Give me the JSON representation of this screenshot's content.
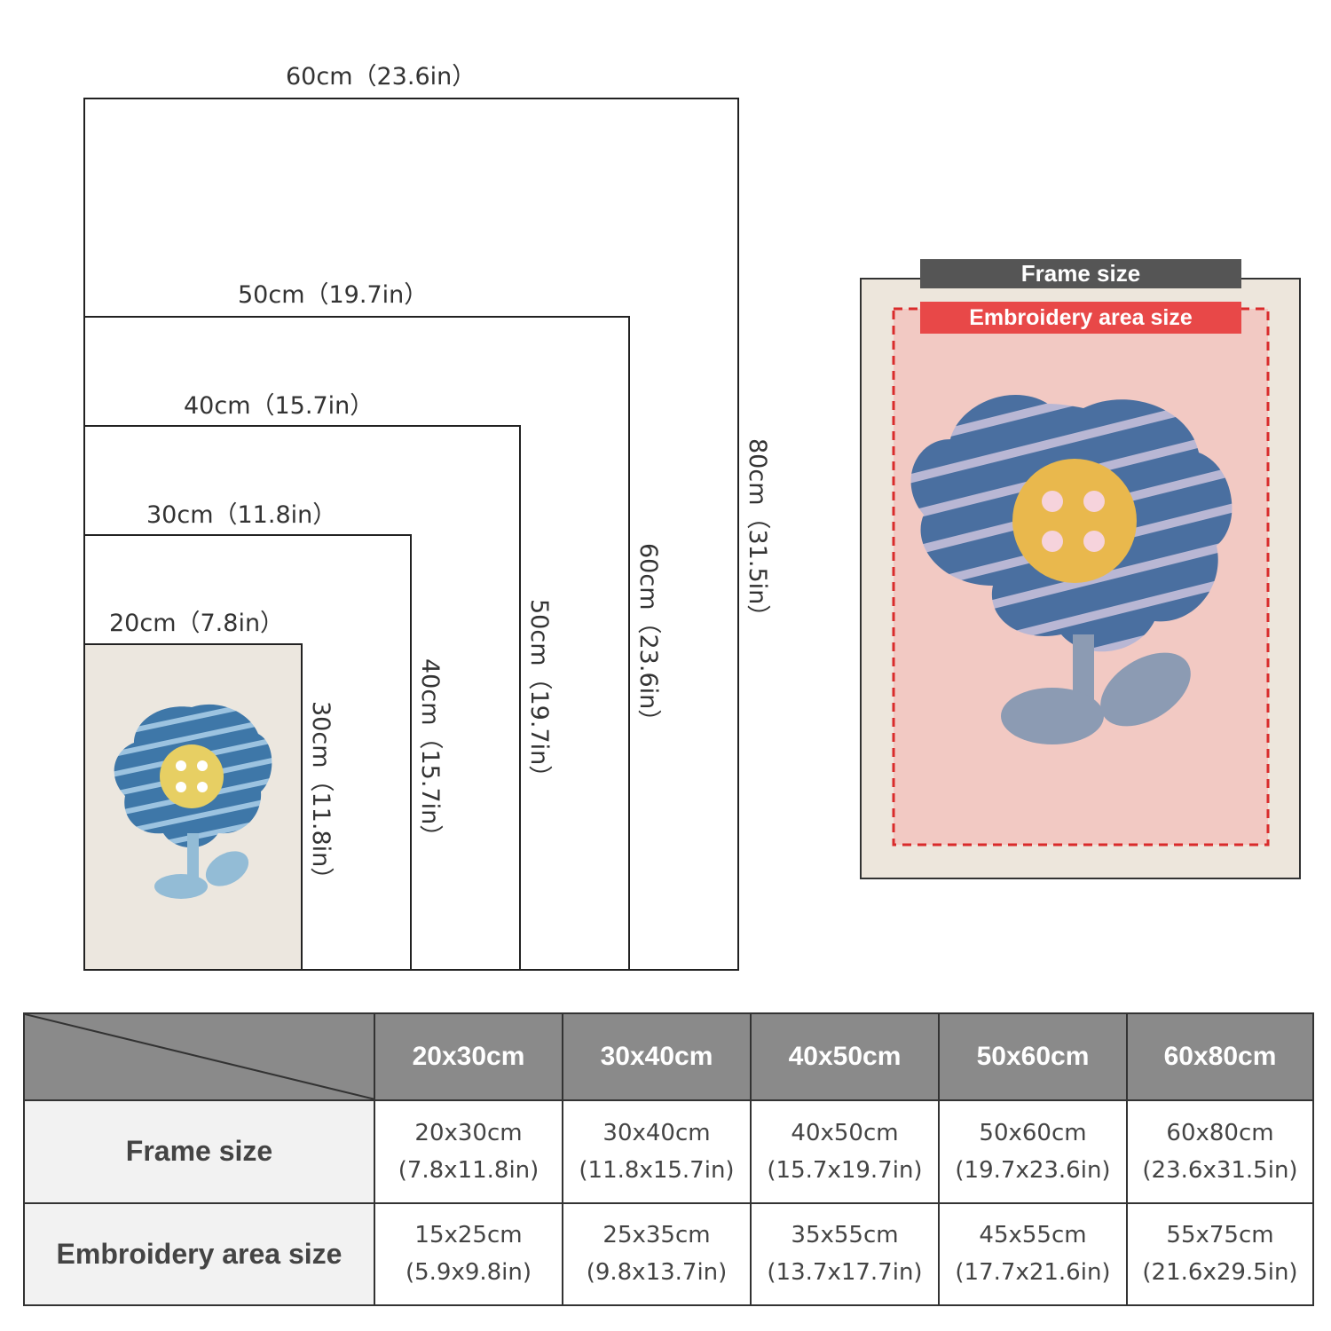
{
  "frames": [
    {
      "width_label": "60cm（23.6in）",
      "height_label": "80cm（31.5in）"
    },
    {
      "width_label": "50cm（19.7in）",
      "height_label": "60cm（23.6in）"
    },
    {
      "width_label": "40cm（15.7in）",
      "height_label": "50cm（19.7in）"
    },
    {
      "width_label": "30cm（11.8in）",
      "height_label": "40cm（15.7in）"
    },
    {
      "width_label": "20cm（7.8in）",
      "height_label": "30cm（11.8in）"
    }
  ],
  "legend": {
    "frame_size": "Frame size",
    "embroidery_area_size": "Embroidery area size"
  },
  "colors": {
    "frame_tag": "#555555",
    "embroidery_tag": "#e84848",
    "table_header": "#8a8a8a",
    "pink_area": "#f2c9c3",
    "flower_blue": "#4a6fa0",
    "flower_center": "#e9b84d"
  },
  "table": {
    "headers": [
      "20x30cm",
      "30x40cm",
      "40x50cm",
      "50x60cm",
      "60x80cm"
    ],
    "rows": [
      {
        "label": "Frame size",
        "cells": [
          {
            "cm": "20x30cm",
            "in": "(7.8x11.8in)"
          },
          {
            "cm": "30x40cm",
            "in": "(11.8x15.7in)"
          },
          {
            "cm": "40x50cm",
            "in": "(15.7x19.7in)"
          },
          {
            "cm": "50x60cm",
            "in": "(19.7x23.6in)"
          },
          {
            "cm": "60x80cm",
            "in": "(23.6x31.5in)"
          }
        ]
      },
      {
        "label": "Embroidery area size",
        "cells": [
          {
            "cm": "15x25cm",
            "in": "(5.9x9.8in)"
          },
          {
            "cm": "25x35cm",
            "in": "(9.8x13.7in)"
          },
          {
            "cm": "35x55cm",
            "in": "(13.7x17.7in)"
          },
          {
            "cm": "45x55cm",
            "in": "(17.7x21.6in)"
          },
          {
            "cm": "55x75cm",
            "in": "(21.6x29.5in)"
          }
        ]
      }
    ]
  }
}
